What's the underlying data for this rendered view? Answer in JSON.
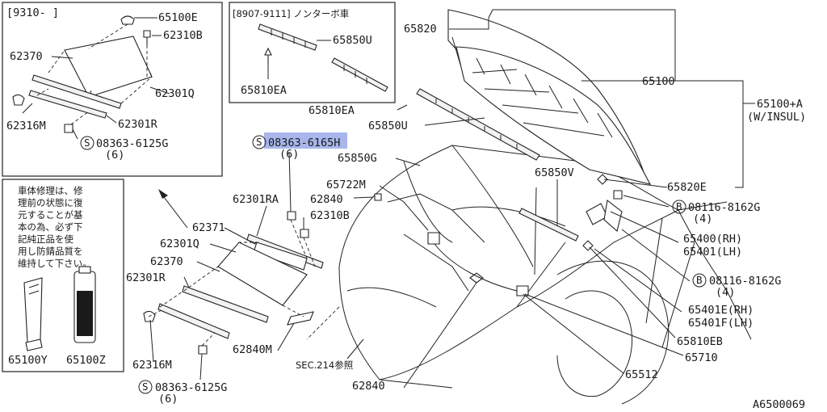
{
  "diagram": {
    "figure_code": "A6500069",
    "inset_top_left": {
      "header": "[9310-        ]",
      "labels": {
        "p65100E": "65100E",
        "p62310B": "62310B",
        "p62370": "62370",
        "p62301Q": "62301Q",
        "p62316M": "62316M",
        "p62301R": "62301R",
        "bolt": "08363-6125G",
        "bolt_qty": "(6)"
      }
    },
    "inset_top_middle": {
      "header": "[8907-9111] ノンターボ車",
      "labels": {
        "p65850U": "65850U",
        "p65810EA": "65810EA"
      }
    },
    "note_box": {
      "lines": [
        "車体修理は、修",
        "理前の状態に復",
        "元することが基",
        "本の為、必ず下",
        "記純正品を使",
        "用し防錆品質を",
        "維持して下さい。"
      ],
      "products": {
        "p65100Y": "65100Y",
        "p65100Z": "65100Z"
      }
    },
    "callouts": {
      "c65820": "65820",
      "c65100": "65100",
      "c65100A": "65100+A",
      "c65100A_note": "(W/INSUL)",
      "c65810EA": "65810EA",
      "c65850U": "65850U",
      "c08363_6165H": "08363-6165H",
      "c08363_6165H_qty": "(6)",
      "c65850G": "65850G",
      "c65722M": "65722M",
      "c65850V": "65850V",
      "c65820E": "65820E",
      "c08116_a": "08116-8162G",
      "c08116_a_qty": "(4)",
      "c62301RA": "62301RA",
      "c62840": "62840",
      "c62310B": "62310B",
      "c62371": "62371",
      "c62301Q": "62301Q",
      "c62370": "62370",
      "c62301R": "62301R",
      "c62316M": "62316M",
      "c62840M": "62840M",
      "c08363_6125G": "08363-6125G",
      "c08363_6125G_qty": "(6)",
      "c65400": "65400(RH)",
      "c65401": "65401(LH)",
      "c08116_b": "08116-8162G",
      "c08116_b_qty": "(4)",
      "c65401E": "65401E(RH)",
      "c65401F": "65401F(LH)",
      "c65810EB": "65810EB",
      "c65710": "65710",
      "c65512": "65512",
      "c62840b": "62840",
      "c_sec": "SEC.214参照"
    },
    "circle_letters": {
      "s": "S",
      "b": "B"
    }
  }
}
